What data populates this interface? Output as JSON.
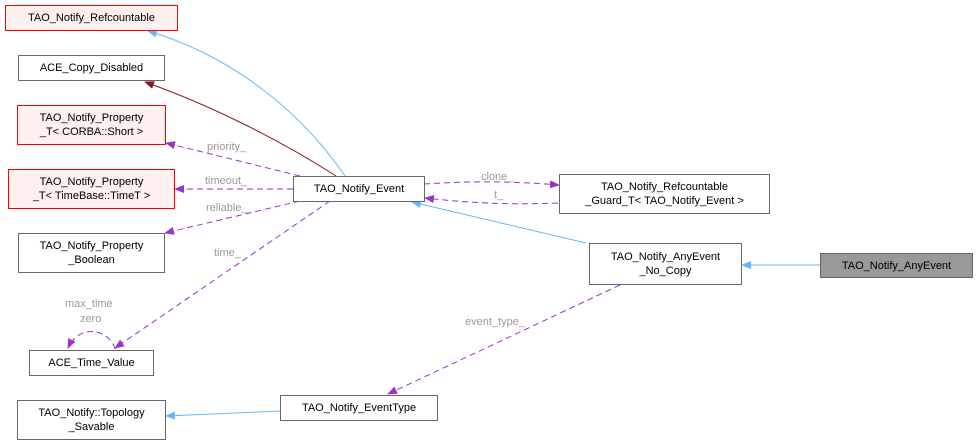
{
  "nodes": {
    "refcountable": "TAO_Notify_Refcountable",
    "copy_disabled": "ACE_Copy_Disabled",
    "prop_short": "TAO_Notify_Property\n_T< CORBA::Short >",
    "prop_timet": "TAO_Notify_Property\n_T< TimeBase::TimeT >",
    "prop_boolean": "TAO_Notify_Property\n_Boolean",
    "time_value": "ACE_Time_Value",
    "topology_savable": "TAO_Notify::Topology\n_Savable",
    "event": "TAO_Notify_Event",
    "event_type": "TAO_Notify_EventType",
    "guard": "TAO_Notify_Refcountable\n_Guard_T< TAO_Notify_Event >",
    "no_copy": "TAO_Notify_AnyEvent\n_No_Copy",
    "any_event": "TAO_Notify_AnyEvent"
  },
  "edge_labels": {
    "priority": "priority_",
    "timeout": "timeout_",
    "reliable": "reliable_",
    "time": "time_",
    "max_time": "max_time",
    "zero": "zero",
    "clone": "clone_",
    "t": "t_",
    "event_type": "event_type_"
  },
  "colors": {
    "inheritance": "#63b8ff",
    "private_inheritance": "#8b1a1a",
    "usage": "#9a32cd"
  }
}
